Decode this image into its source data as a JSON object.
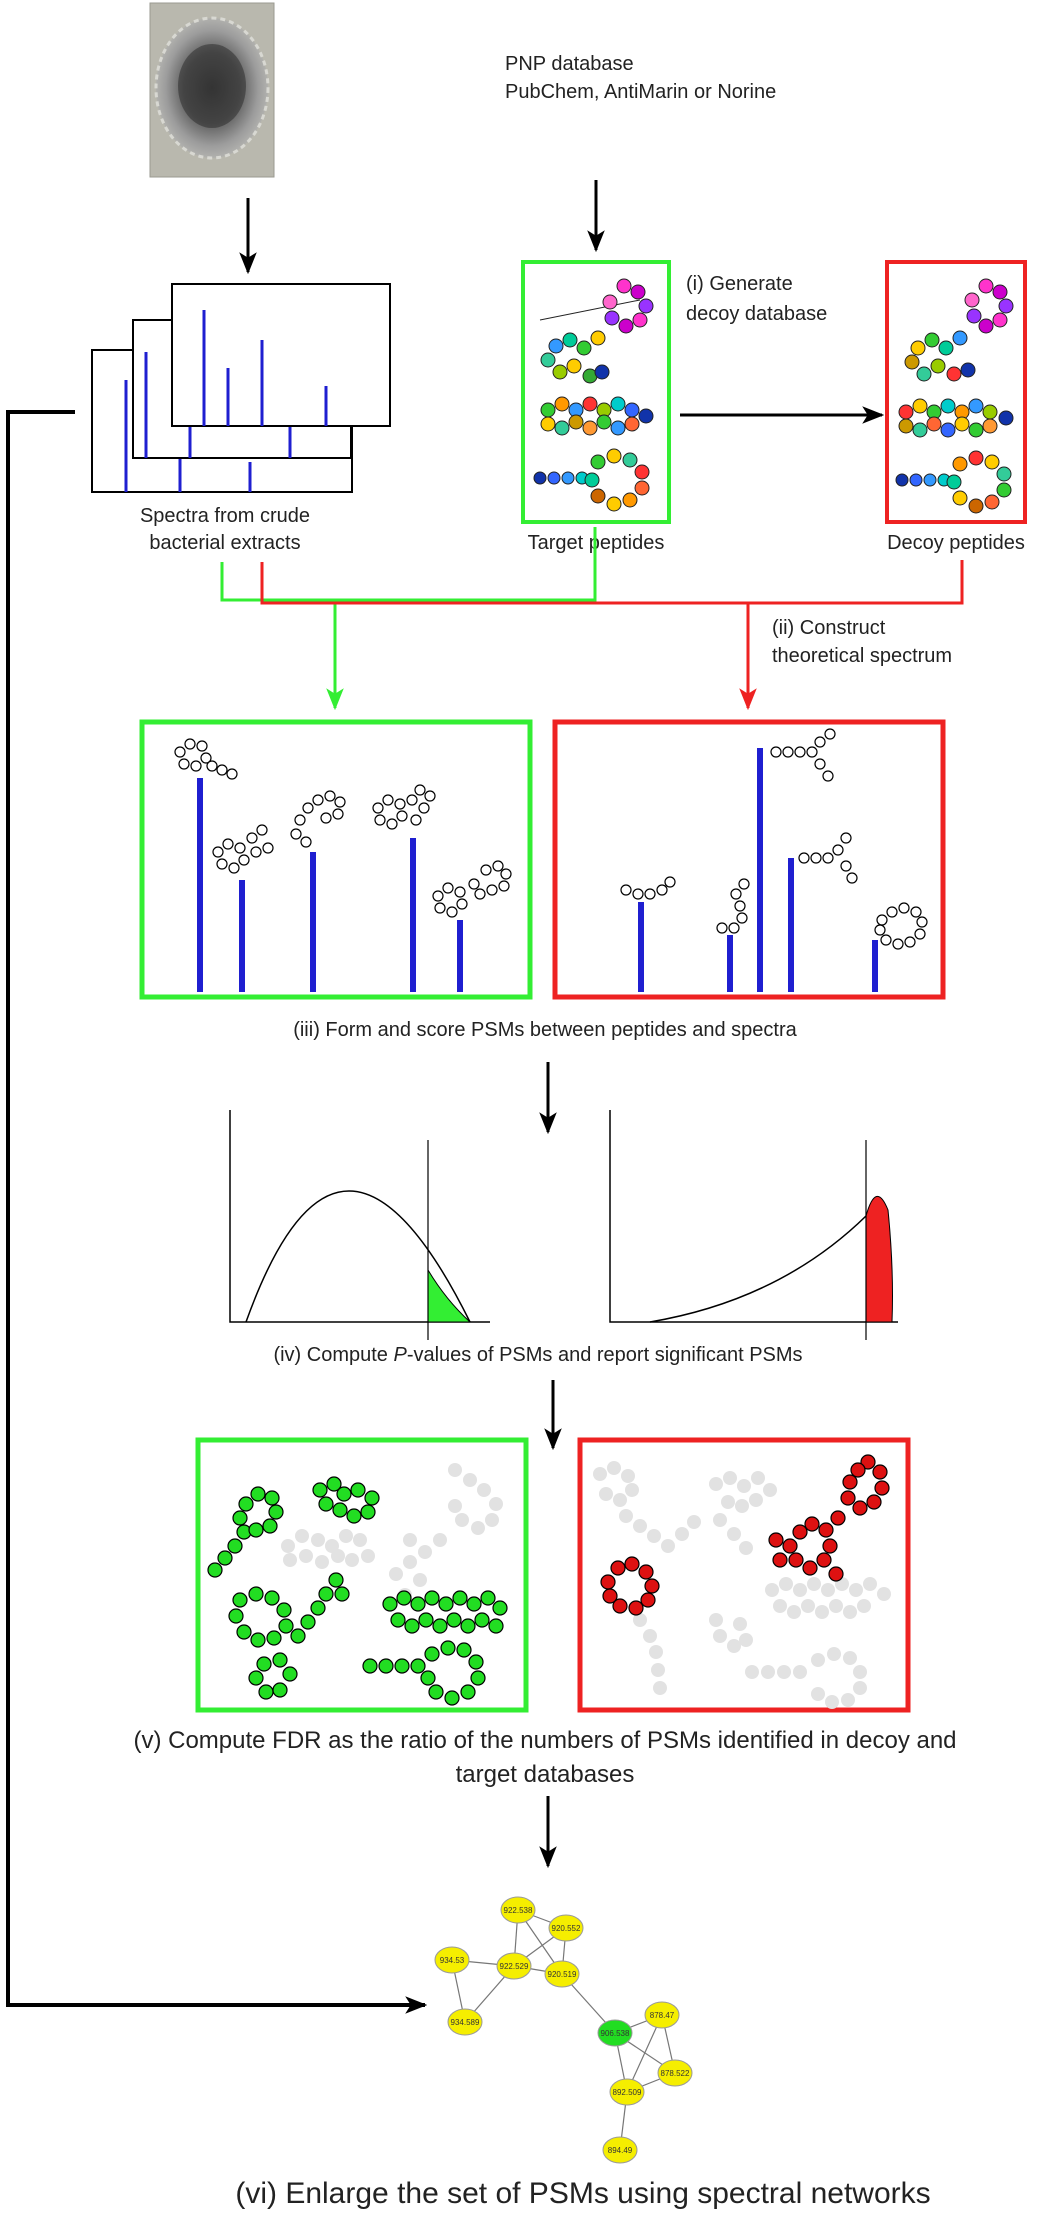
{
  "source": {
    "title": "PNP database",
    "subtitle": "PubChem, AntiMarin or Norine"
  },
  "spectra": {
    "caption_line1": "Spectra  from crude",
    "caption_line2": "bacterial extracts"
  },
  "targets": {
    "caption": "Target peptides"
  },
  "decoys": {
    "caption": "Decoy peptides"
  },
  "steps": {
    "i_line1": "(i) Generate",
    "i_line2": "decoy database",
    "ii_line1": "(ii) Construct",
    "ii_line2": "theoretical spectrum",
    "iii": "(iii) Form and score PSMs between peptides and spectra",
    "iv_prefix": "(iv) Compute ",
    "iv_italic": "P",
    "iv_suffix": "-values of PSMs and report significant PSMs",
    "v_line1": "(v) Compute FDR as the ratio of the numbers of PSMs identified in decoy and",
    "v_line2": "target databases",
    "vi": "(vi) Enlarge the set of PSMs using spectral networks"
  },
  "network": {
    "nodes": [
      "922.538",
      "920.552",
      "934.53",
      "922.529",
      "920.519",
      "934.589",
      "906.538",
      "878.47",
      "892.509",
      "878.522",
      "894.49"
    ]
  },
  "colors": {
    "target": "#33ee33",
    "decoy": "#ee2222",
    "spectrum_bar": "#1f1fd0",
    "node_yellow": "#f5ee00",
    "node_green": "#22dd22",
    "faded": "#e2e2e2"
  }
}
